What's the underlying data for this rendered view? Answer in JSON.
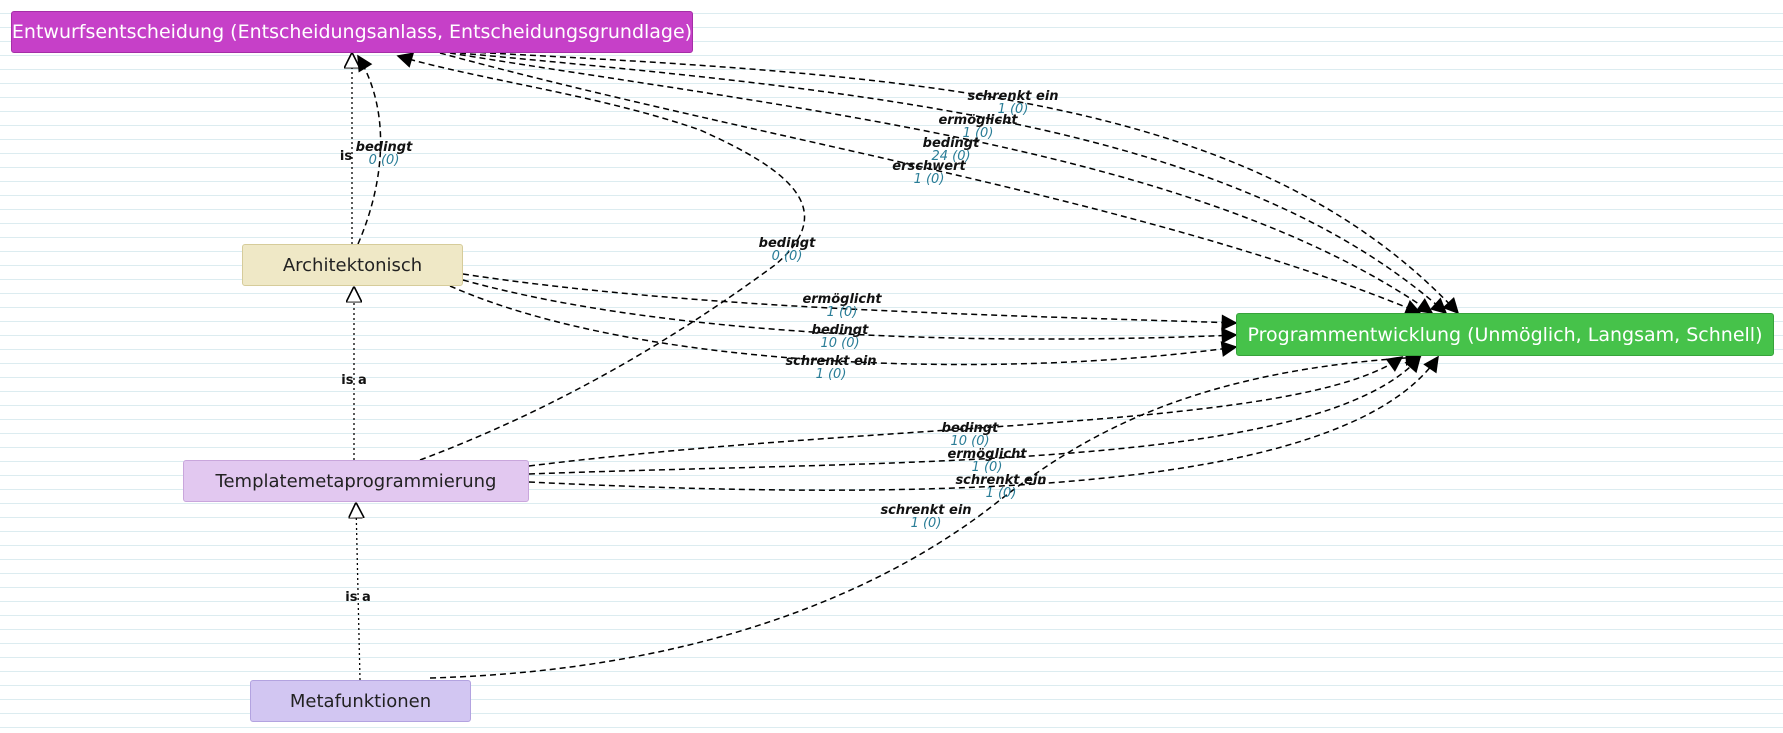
{
  "nodes": {
    "entwurf": {
      "label": "Entwurfsentscheidung (Entscheidungsanlass, Entscheidungsgrundlage)",
      "color": "#c640c8"
    },
    "programm": {
      "label": "Programmentwicklung (Unmöglich, Langsam, Schnell)",
      "color": "#46c24a"
    },
    "arch": {
      "label": "Architektonisch",
      "color": "#efe8c6"
    },
    "tmp": {
      "label": "Templatemetaprogrammierung",
      "color": "#e2c8f0"
    },
    "meta": {
      "label": "Metafunktionen",
      "color": "#d2c6f2"
    }
  },
  "isa_labels": {
    "arch_entwurf": "is",
    "tmp_arch": "is a",
    "meta_tmp": "is a"
  },
  "edges": {
    "arch_entwurf_bedingt": {
      "type": "bedingt",
      "count": "0 (0)"
    },
    "tmp_entwurf_bedingt": {
      "type": "bedingt",
      "count": "0 (0)"
    },
    "entwurf_programm_schrenkt": {
      "type": "schrenkt ein",
      "count": "1 (0)"
    },
    "entwurf_programm_ermoeglicht": {
      "type": "ermöglicht",
      "count": "1 (0)"
    },
    "entwurf_programm_bedingt": {
      "type": "bedingt",
      "count": "24 (0)"
    },
    "entwurf_programm_erschwert": {
      "type": "erschwert",
      "count": "1 (0)"
    },
    "arch_programm_ermoeglicht": {
      "type": "ermöglicht",
      "count": "1 (0)"
    },
    "arch_programm_bedingt": {
      "type": "bedingt",
      "count": "10 (0)"
    },
    "arch_programm_schrenkt": {
      "type": "schrenkt ein",
      "count": "1 (0)"
    },
    "tmp_programm_bedingt": {
      "type": "bedingt",
      "count": "10 (0)"
    },
    "tmp_programm_ermoeglicht": {
      "type": "ermöglicht",
      "count": "1 (0)"
    },
    "tmp_programm_schrenkt": {
      "type": "schrenkt ein",
      "count": "1 (0)"
    },
    "meta_programm_schrenkt": {
      "type": "schrenkt ein",
      "count": "1 (0)"
    }
  }
}
